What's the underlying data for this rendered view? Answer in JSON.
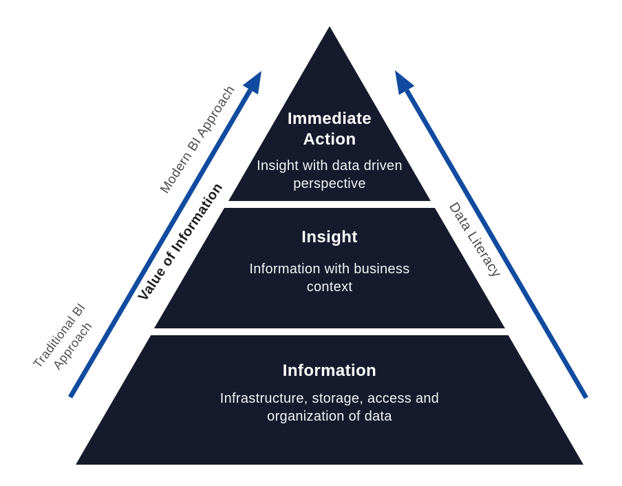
{
  "pyramid": {
    "tiers": [
      {
        "title": "Immediate Action",
        "description": "Insight with data driven perspective"
      },
      {
        "title": "Insight",
        "description": "Information with business context"
      },
      {
        "title": "Information",
        "description": "Infrastructure, storage, access and organization of data"
      }
    ]
  },
  "side_labels": {
    "traditional_line1": "Traditional BI",
    "traditional_line2": "Approach",
    "modern": "Modern BI Approach",
    "value_axis": "Value of Information",
    "data_literacy": "Data Literacy"
  },
  "colors": {
    "pyramid_fill": "#151B2C",
    "arrow_blue": "#114B9F",
    "label_gray": "#4D4D4D",
    "value_label_color": "#1D1D1F",
    "tier_text": "#FFFFFF"
  }
}
